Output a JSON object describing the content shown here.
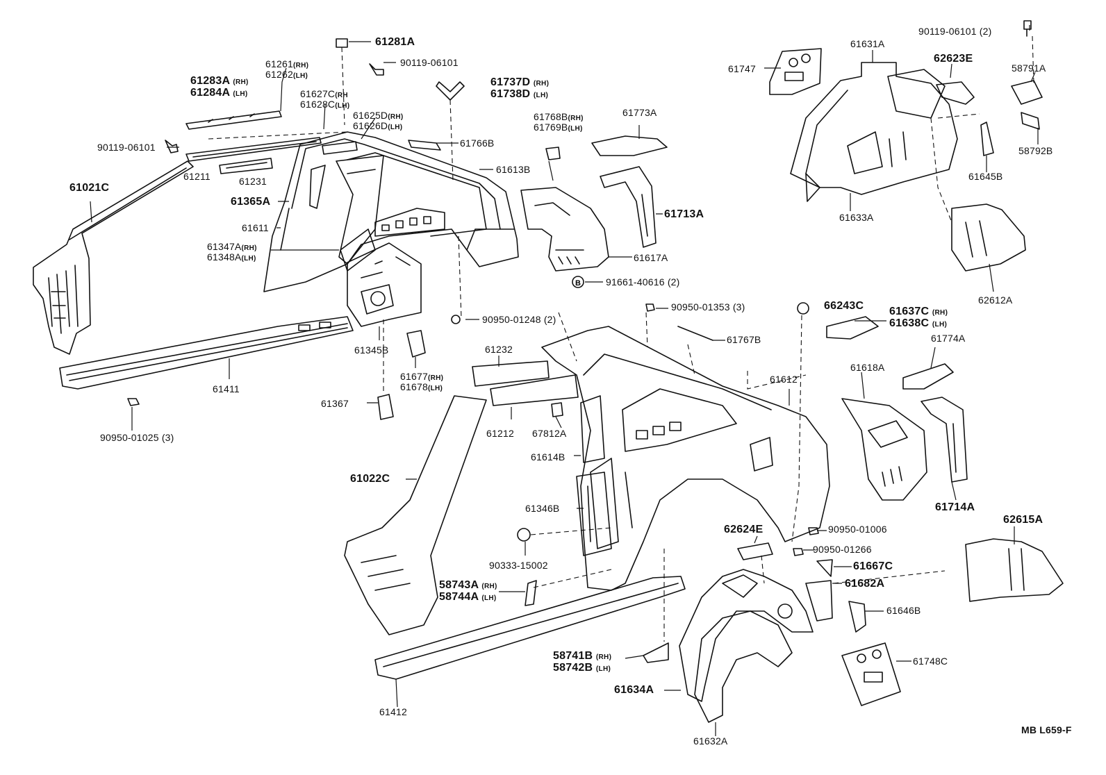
{
  "diagram": {
    "code": "MB L659-F",
    "callouts": [
      {
        "id": "p61281A",
        "text": "61281A",
        "bold": true
      },
      {
        "id": "p90119a",
        "text": "90119-06101"
      },
      {
        "id": "p61261",
        "text": "61261",
        "sub": "(RH)"
      },
      {
        "id": "p61262",
        "text": "61262",
        "sub": "(LH)"
      },
      {
        "id": "p61283A",
        "text": "61283A",
        "sub": "(RH)",
        "bold": true
      },
      {
        "id": "p61284A",
        "text": "61284A",
        "sub": "(LH)",
        "bold": true
      },
      {
        "id": "p61627C",
        "text": "61627C",
        "sub": "(RH"
      },
      {
        "id": "p61628C",
        "text": "61628C",
        "sub": "(LH)"
      },
      {
        "id": "p61737D",
        "text": "61737D",
        "sub": "(RH)",
        "bold": true
      },
      {
        "id": "p61738D",
        "text": "61738D",
        "sub": "(LH)",
        "bold": true
      },
      {
        "id": "p61625D",
        "text": "61625D",
        "sub": "(RH)"
      },
      {
        "id": "p61626D",
        "text": "61626D",
        "sub": "(LH)"
      },
      {
        "id": "p61766B",
        "text": "61766B"
      },
      {
        "id": "p90119b",
        "text": "90119-06101"
      },
      {
        "id": "p61211",
        "text": "61211"
      },
      {
        "id": "p61231",
        "text": "61231"
      },
      {
        "id": "p61613B",
        "text": "61613B"
      },
      {
        "id": "p61021C",
        "text": "61021C",
        "bold": true
      },
      {
        "id": "p61365A",
        "text": "61365A",
        "bold": true
      },
      {
        "id": "p61611",
        "text": "61611"
      },
      {
        "id": "p61347A",
        "text": "61347A",
        "sub": "(RH)"
      },
      {
        "id": "p61348A",
        "text": "61348A",
        "sub": "(LH)"
      },
      {
        "id": "p90950a",
        "text": "90950-01248 (2)"
      },
      {
        "id": "p61345B",
        "text": "61345B"
      },
      {
        "id": "p61677",
        "text": "61677",
        "sub": "(RH)"
      },
      {
        "id": "p61678",
        "text": "61678",
        "sub": "(LH)"
      },
      {
        "id": "p61411",
        "text": "61411"
      },
      {
        "id": "p61367",
        "text": "61367"
      },
      {
        "id": "p90950b",
        "text": "90950-01025 (3)"
      },
      {
        "id": "p61768B",
        "text": "61768B",
        "sub": "(RH)"
      },
      {
        "id": "p61769B",
        "text": "61769B",
        "sub": "(LH)"
      },
      {
        "id": "p61773A",
        "text": "61773A"
      },
      {
        "id": "p61713A",
        "text": "61713A",
        "bold": true
      },
      {
        "id": "p61617A",
        "text": "61617A"
      },
      {
        "id": "p91661",
        "text": "91661-40616 (2)"
      },
      {
        "id": "p61747",
        "text": "61747"
      },
      {
        "id": "p61631A",
        "text": "61631A"
      },
      {
        "id": "p90119c",
        "text": "90119-06101 (2)"
      },
      {
        "id": "p62623E",
        "text": "62623E",
        "bold": true
      },
      {
        "id": "p58791A",
        "text": "58791A"
      },
      {
        "id": "p58792B",
        "text": "58792B"
      },
      {
        "id": "p61645B",
        "text": "61645B"
      },
      {
        "id": "p61633A",
        "text": "61633A"
      },
      {
        "id": "p62612A",
        "text": "62612A"
      },
      {
        "id": "p90950c",
        "text": "90950-01353 (3)"
      },
      {
        "id": "p66243C",
        "text": "66243C",
        "bold": true
      },
      {
        "id": "p61637C",
        "text": "61637C",
        "sub": "(RH)",
        "bold": true
      },
      {
        "id": "p61638C",
        "text": "61638C",
        "sub": "(LH)",
        "bold": true
      },
      {
        "id": "p61767B",
        "text": "61767B"
      },
      {
        "id": "p61774A",
        "text": "61774A"
      },
      {
        "id": "p61232",
        "text": "61232"
      },
      {
        "id": "p61612",
        "text": "61612"
      },
      {
        "id": "p61618A",
        "text": "61618A"
      },
      {
        "id": "p61212",
        "text": "61212"
      },
      {
        "id": "p67812A",
        "text": "67812A"
      },
      {
        "id": "p61614B",
        "text": "61614B"
      },
      {
        "id": "p61022C",
        "text": "61022C",
        "bold": true
      },
      {
        "id": "p61714A",
        "text": "61714A",
        "bold": true
      },
      {
        "id": "p61346B",
        "text": "61346B"
      },
      {
        "id": "p62615A",
        "text": "62615A",
        "bold": true
      },
      {
        "id": "p62624E",
        "text": "62624E",
        "bold": true
      },
      {
        "id": "p90950d",
        "text": "90950-01006"
      },
      {
        "id": "p90950e",
        "text": "90950-01266"
      },
      {
        "id": "p90333",
        "text": "90333-15002"
      },
      {
        "id": "p61667C",
        "text": "61667C",
        "bold": true
      },
      {
        "id": "p58743A",
        "text": "58743A",
        "sub": "(RH)",
        "bold": true
      },
      {
        "id": "p58744A",
        "text": "58744A",
        "sub": "(LH)",
        "bold": true
      },
      {
        "id": "p61682A",
        "text": "61682A",
        "bold": true
      },
      {
        "id": "p61646B",
        "text": "61646B"
      },
      {
        "id": "p61748C",
        "text": "61748C"
      },
      {
        "id": "p58741B",
        "text": "58741B",
        "sub": "(RH)",
        "bold": true
      },
      {
        "id": "p58742B",
        "text": "58742B",
        "sub": "(LH)",
        "bold": true
      },
      {
        "id": "p61634A",
        "text": "61634A",
        "bold": true
      },
      {
        "id": "p61412",
        "text": "61412"
      },
      {
        "id": "p61632A",
        "text": "61632A"
      }
    ]
  }
}
